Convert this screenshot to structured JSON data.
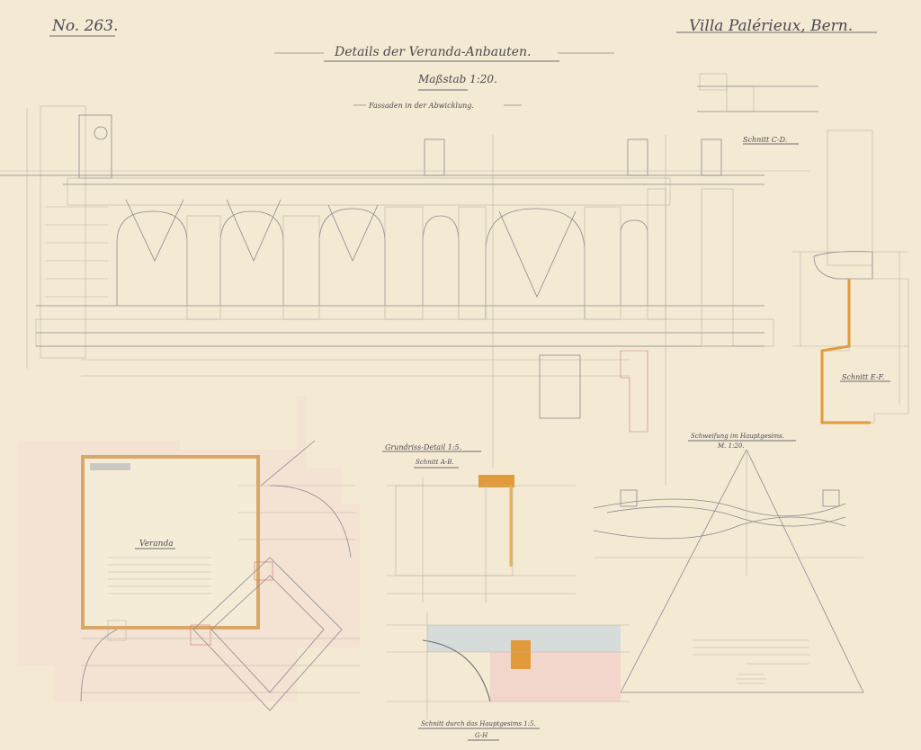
{
  "sheet": {
    "number": "No. 263.",
    "project": "Villa Palérieux, Bern.",
    "title": "Details der Veranda-Anbauten.",
    "scale": "Maßstab 1:20.",
    "facade_label": "Fassaden in der Abwicklung.",
    "section_cd": "Schnitt C-D.",
    "section_ef": "Schnitt E-F.",
    "plan_detail": "Grundriss-Detail 1:5.",
    "section_ab": "Schnitt A-B.",
    "veranda": "Veranda",
    "curve_title": "Schweifung im Hauptgesims.",
    "curve_scale": "M. 1:20.",
    "cornice_section": "Schnitt durch das Hauptgesims 1:5.",
    "cornice_gh": "G-H"
  },
  "colors": {
    "paper": "#f4e9d3",
    "pink_wash": "#efc9bd",
    "blue_wash": "#c9d6dc",
    "ochre": "#e29a3a",
    "ink": "#4a4a52"
  }
}
